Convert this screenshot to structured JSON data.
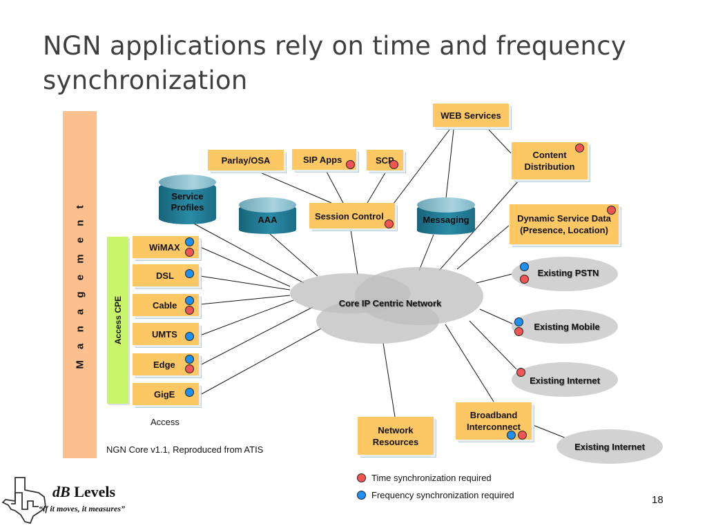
{
  "slide": {
    "title": "NGN applications rely on time and frequency synchronization",
    "page_number": "18"
  },
  "management": {
    "label": "M a n a g e m e n t"
  },
  "access_cpe": {
    "label": "Access CPE"
  },
  "access_nodes": [
    {
      "label": "WiMAX",
      "sync": [
        "frequency",
        "time"
      ]
    },
    {
      "label": "DSL",
      "sync": [
        "frequency"
      ]
    },
    {
      "label": "Cable",
      "sync": [
        "frequency",
        "time"
      ]
    },
    {
      "label": "UMTS",
      "sync": [
        "frequency"
      ]
    },
    {
      "label": "Edge",
      "sync": [
        "frequency",
        "time"
      ]
    },
    {
      "label": "GigE",
      "sync": [
        "frequency"
      ]
    }
  ],
  "access_caption": "Access",
  "source_caption": "NGN Core v1.1, Reproduced from ATIS",
  "service_boxes": {
    "web_services": {
      "label": "WEB Services",
      "sync": []
    },
    "parlay_osa": {
      "label": "Parlay/OSA",
      "sync": []
    },
    "sip_apps": {
      "label": "SIP Apps",
      "sync": [
        "time"
      ]
    },
    "scp": {
      "label": "SCP",
      "sync": [
        "time"
      ]
    },
    "session_control": {
      "label": "Session Control",
      "sync": [
        "time"
      ]
    },
    "content_distribution": {
      "label_line1": "Content",
      "label_line2": "Distribution",
      "sync": [
        "time"
      ]
    },
    "dynamic_service_data": {
      "label_line1": "Dynamic Service Data",
      "label_line2": "(Presence, Location)",
      "sync": [
        "time"
      ]
    },
    "network_resources": {
      "label_line1": "Network",
      "label_line2": "Resources",
      "sync": []
    },
    "broadband_interconnect": {
      "label_line1": "Broadband",
      "label_line2": "Interconnect",
      "sync": [
        "frequency",
        "time"
      ]
    }
  },
  "databases": {
    "service_profiles": {
      "label_line1": "Service",
      "label_line2": "Profiles"
    },
    "aaa": {
      "label": "AAA"
    },
    "messaging": {
      "label": "Messaging"
    }
  },
  "core": {
    "label": "Core IP Centric Network"
  },
  "external_networks": [
    {
      "label": "Existing PSTN",
      "sync": [
        "frequency",
        "time"
      ]
    },
    {
      "label": "Existing Mobile",
      "sync": [
        "frequency",
        "time"
      ]
    },
    {
      "label": "Existing Internet",
      "sync": [
        "time"
      ]
    },
    {
      "label": "Existing Internet",
      "sync": []
    }
  ],
  "legend": {
    "time": {
      "label": "Time synchronization required",
      "color": "#f05555"
    },
    "frequency": {
      "label": "Frequency synchronization required",
      "color": "#1e90f0"
    }
  },
  "logo": {
    "name_italic": "dB",
    "name_rest": " Levels",
    "tagline": "“if it moves, it measures”"
  }
}
